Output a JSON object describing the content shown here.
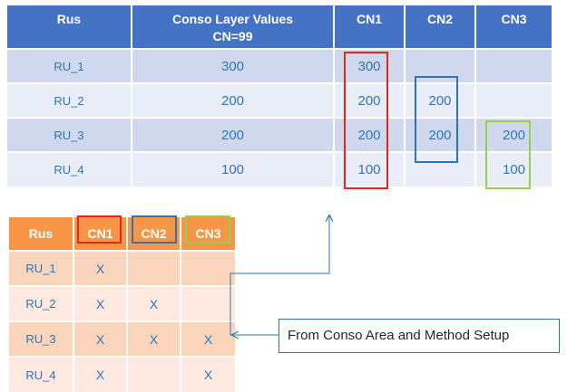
{
  "top_table": {
    "headers": {
      "rus": "Rus",
      "conso_line1": "Conso Layer Values",
      "conso_line2": "CN=99",
      "cn1": "CN1",
      "cn2": "CN2",
      "cn3": "CN3"
    },
    "rows": [
      {
        "ru": "RU_1",
        "conso": "300",
        "cn1": "300",
        "cn2": "",
        "cn3": ""
      },
      {
        "ru": "RU_2",
        "conso": "200",
        "cn1": "200",
        "cn2": "200",
        "cn3": ""
      },
      {
        "ru": "RU_3",
        "conso": "200",
        "cn1": "200",
        "cn2": "200",
        "cn3": "200"
      },
      {
        "ru": "RU_4",
        "conso": "100",
        "cn1": "100",
        "cn2": "",
        "cn3": "100"
      }
    ]
  },
  "bottom_table": {
    "headers": {
      "rus": "Rus",
      "cn1": "CN1",
      "cn2": "CN2",
      "cn3": "CN3"
    },
    "rows": [
      {
        "ru": "RU_1",
        "cn1": "X",
        "cn2": "",
        "cn3": ""
      },
      {
        "ru": "RU_2",
        "cn1": "X",
        "cn2": "X",
        "cn3": ""
      },
      {
        "ru": "RU_3",
        "cn1": "X",
        "cn2": "X",
        "cn3": "X"
      },
      {
        "ru": "RU_4",
        "cn1": "X",
        "cn2": "",
        "cn3": "X"
      }
    ]
  },
  "callout": {
    "text": "From Conso Area and Method Setup"
  },
  "colors": {
    "top_header": "#4472c4",
    "bottom_header": "#f79646",
    "value_text": "#2e75b6",
    "cn1_box": "#e8251b",
    "cn2_box": "#2e75b6",
    "cn3_box": "#92d050"
  }
}
